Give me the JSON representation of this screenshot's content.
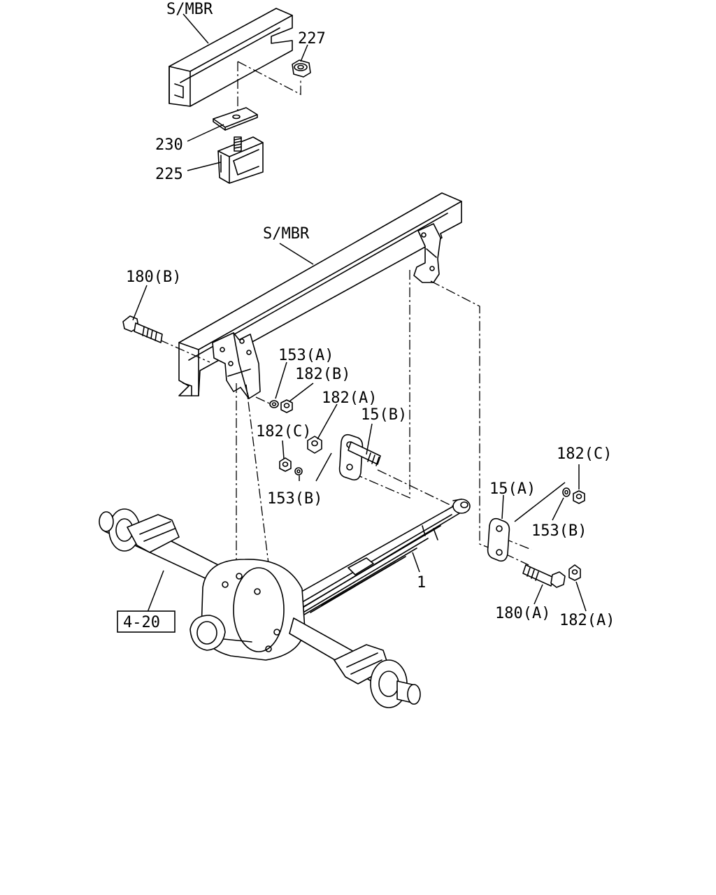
{
  "labels": {
    "smbr_top": "S/MBR",
    "p227": "227",
    "p230": "230",
    "p225": "225",
    "smbr_main": "S/MBR",
    "p180b": "180(B)",
    "p153a": "153(A)",
    "p182b": "182(B)",
    "p182a_upper": "182(A)",
    "p182c_left": "182(C)",
    "p15b": "15(B)",
    "p153b_left": "153(B)",
    "p182c_right": "182(C)",
    "p15a": "15(A)",
    "p153b_right": "153(B)",
    "p1": "1",
    "p180a": "180(A)",
    "p182a_lower": "182(A)",
    "ref_box": "4-20"
  }
}
